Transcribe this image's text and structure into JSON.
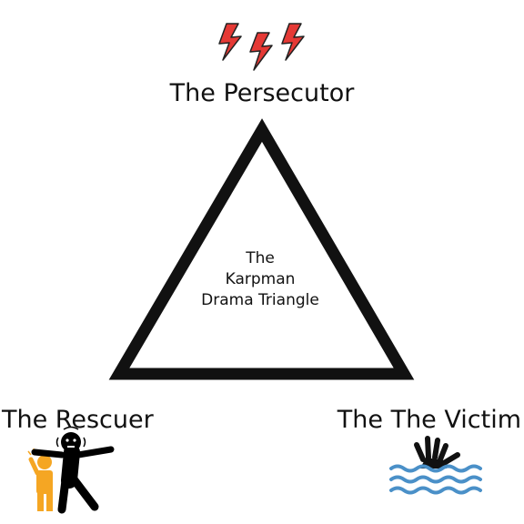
{
  "diagram": {
    "center_title": [
      "The",
      "Karpman",
      "Drama Triangle"
    ],
    "roles": {
      "persecutor": "The Persecutor",
      "rescuer": "The Rescuer",
      "victim": "The The Victim"
    }
  },
  "colors": {
    "lightning": "#e53935",
    "child": "#f5a623",
    "water": "#4a90c8",
    "stroke": "#111111"
  },
  "icons": {
    "persecutor": "lightning-bolts-icon",
    "rescuer": "rescuer-figures-icon",
    "victim": "drowning-hand-icon"
  }
}
